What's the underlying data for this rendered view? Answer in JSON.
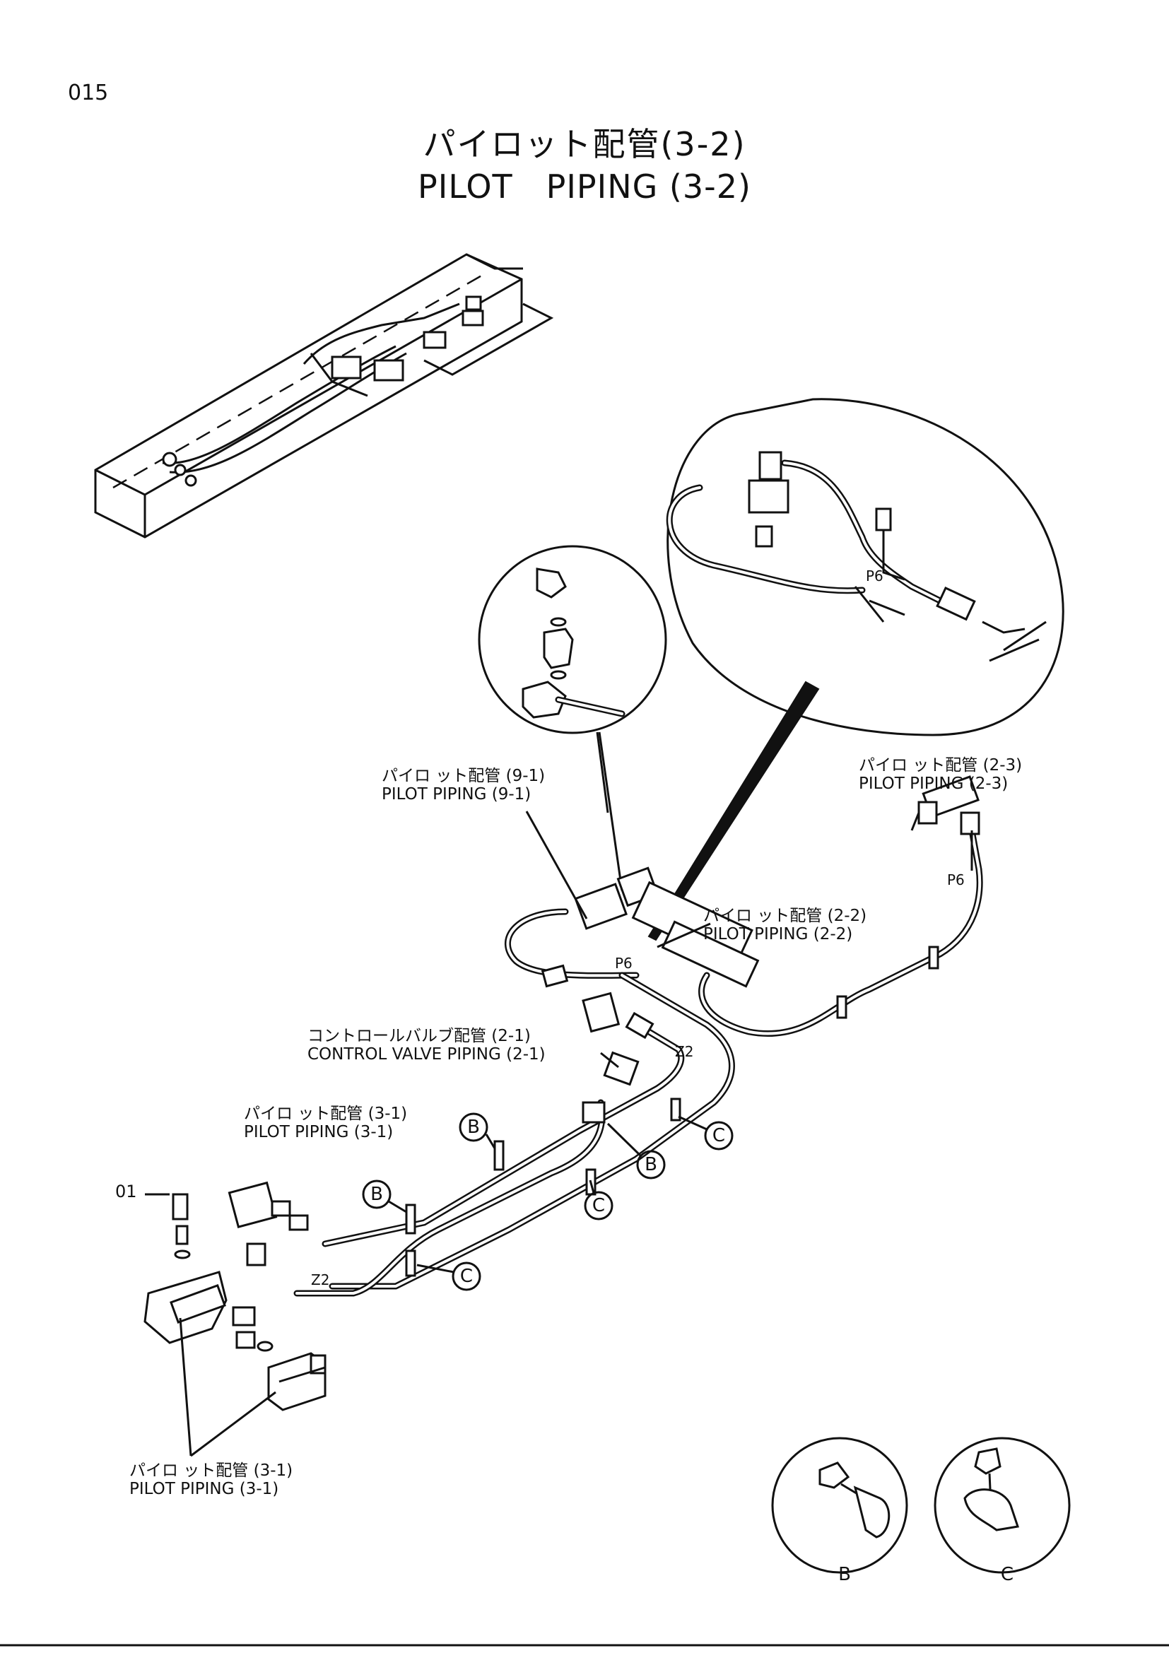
{
  "page_number": "015",
  "title": {
    "japanese": "パイロット配管(3-2)",
    "english": "PILOT　PIPING (3-2)"
  },
  "labels": {
    "pilot_9_1": {
      "jp": "パイロ ット配管 (9-1)",
      "en": "PILOT PIPING (9-1)"
    },
    "pilot_2_3": {
      "jp": "パイロ ット配管 (2-3)",
      "en": "PILOT PIPING (2-3)"
    },
    "pilot_2_2": {
      "jp": "パイロ ット配管 (2-2)",
      "en": "PILOT PIPING (2-2)"
    },
    "control_valve_2_1": {
      "jp": "コントロールバルブ配管 (2-1)",
      "en": "CONTROL VALVE PIPING (2-1)"
    },
    "pilot_3_1_upper": {
      "jp": "パイロ ット配管 (3-1)",
      "en": "PILOT PIPING (3-1)"
    },
    "pilot_3_1_lower": {
      "jp": "パイロ ット配管 (3-1)",
      "en": "PILOT PIPING (3-1)"
    }
  },
  "callouts": {
    "part_01": "01",
    "port_p6": "P6",
    "port_z2": "Z2",
    "clamp_b": "B",
    "clamp_c": "C"
  }
}
